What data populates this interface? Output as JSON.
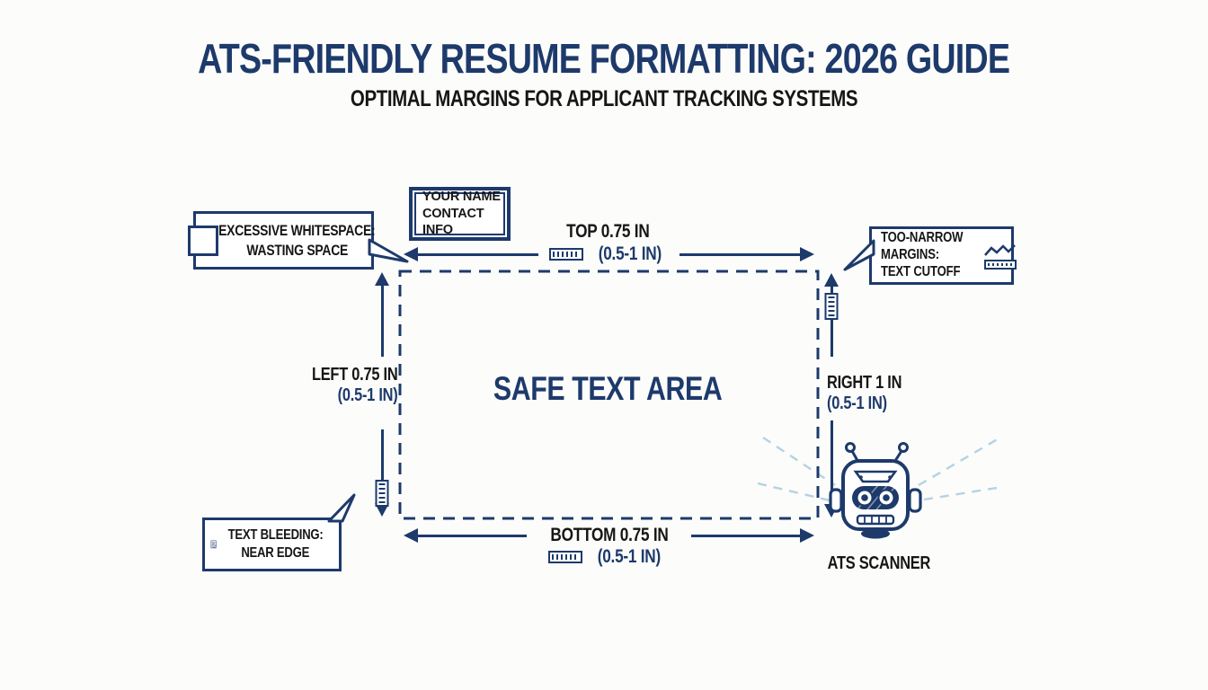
{
  "header": {
    "title": "ATS-FRIENDLY RESUME FORMATTING: 2026 GUIDE",
    "subtitle": "OPTIMAL MARGINS FOR APPLICANT TRACKING SYSTEMS"
  },
  "colors": {
    "navy": "#1d3a6b",
    "ink": "#161616",
    "scan_beam": "#b3d3e2",
    "background": "#fcfcfb"
  },
  "safe_area": {
    "label": "SAFE TEXT AREA"
  },
  "margins": {
    "top": {
      "label": "TOP 0.75 IN",
      "range": "(0.5-1 IN)"
    },
    "bottom": {
      "label": "BOTTOM 0.75 IN",
      "range": "(0.5-1 IN)"
    },
    "left": {
      "label": "LEFT 0.75 IN",
      "range": "(0.5-1 IN)"
    },
    "right": {
      "label": "RIGHT 1 IN",
      "range": "(0.5-1 IN)"
    }
  },
  "callouts": {
    "header_box": {
      "line1": "YOUR NAME",
      "line2": "CONTACT INFO"
    },
    "excessive_whitespace": {
      "line1": "EXCESSIVE WHITESPACE:",
      "line2": "WASTING SPACE"
    },
    "too_narrow": {
      "line1": "TOO-NARROW",
      "line2": "MARGINS:",
      "line3": "TEXT CUTOFF"
    },
    "text_bleeding": {
      "line1": "TEXT BLEEDING:",
      "line2": "NEAR EDGE"
    }
  },
  "scanner": {
    "label": "ATS SCANNER"
  },
  "icons": {
    "ruler_horizontal": "ruler",
    "ruler_vertical": "vertical-ruler",
    "trend_zigzag": "zigzag-line",
    "empty_square": "empty-content-box",
    "bleeding_document": "document-with-hand",
    "robot": "robot-head-scanner",
    "scan_beams": "dashed-scan-beams"
  }
}
